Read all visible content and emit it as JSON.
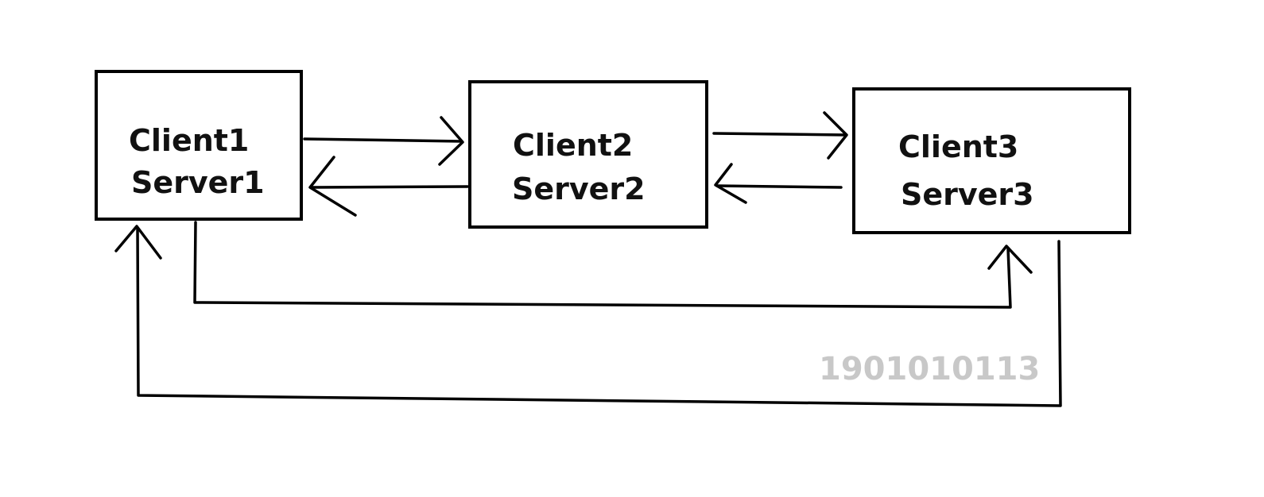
{
  "diagram": {
    "nodes": [
      {
        "id": "node1",
        "line1": "Client1",
        "line2": "Server1"
      },
      {
        "id": "node2",
        "line1": "Client2",
        "line2": "Server2"
      },
      {
        "id": "node3",
        "line1": "Client3",
        "line2": "Server3"
      }
    ],
    "edges": [
      {
        "from": "node1",
        "to": "node2"
      },
      {
        "from": "node2",
        "to": "node1"
      },
      {
        "from": "node2",
        "to": "node3"
      },
      {
        "from": "node3",
        "to": "node2"
      },
      {
        "from": "node1",
        "to": "node3"
      },
      {
        "from": "node3",
        "to": "node1"
      }
    ],
    "watermark": "1901010113",
    "colors": {
      "stroke": "#000000",
      "text": "#111111",
      "watermark": "#c8c8c8",
      "background": "#ffffff"
    }
  }
}
